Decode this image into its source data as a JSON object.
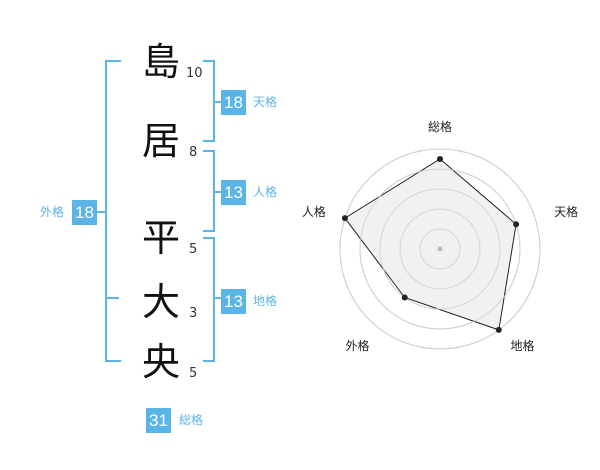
{
  "name": {
    "surname": [
      {
        "char": "島",
        "strokes": "10"
      },
      {
        "char": "居",
        "strokes": "8"
      }
    ],
    "given": [
      {
        "char": "平",
        "strokes": "5"
      },
      {
        "char": "大",
        "strokes": "3"
      },
      {
        "char": "央",
        "strokes": "5"
      }
    ]
  },
  "kaku": {
    "tenkaku": {
      "value": "18",
      "label": "天格"
    },
    "jinkaku": {
      "value": "13",
      "label": "人格"
    },
    "chikaku": {
      "value": "13",
      "label": "地格"
    },
    "gaikaku": {
      "value": "18",
      "label": "外格"
    },
    "soukaku": {
      "value": "31",
      "label": "総格"
    }
  },
  "chart_data": {
    "type": "radar",
    "axes": [
      "総格",
      "天格",
      "地格",
      "外格",
      "人格"
    ],
    "values": [
      4.5,
      4,
      5,
      3,
      5
    ],
    "max": 5,
    "rings": 5,
    "colors": {
      "fill": "#efefef",
      "line": "#222222",
      "ring": "#d0d0d0",
      "center": "#bbbbbb"
    }
  },
  "colors": {
    "accent": "#5ab4e6"
  }
}
